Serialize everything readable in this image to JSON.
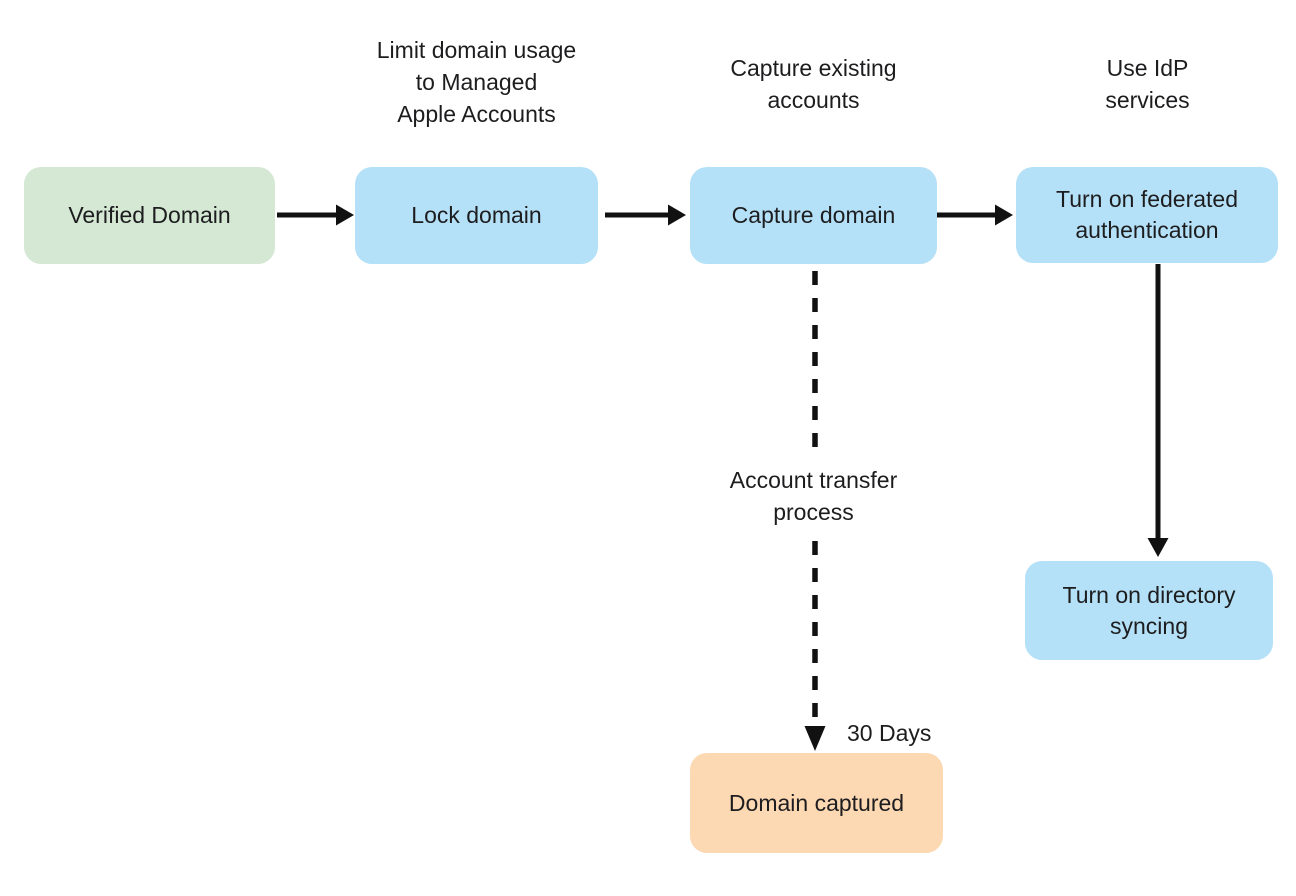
{
  "flowchart": {
    "background": "#ffffff",
    "text_color": "#1d1d1f",
    "arrow_color": "#111111",
    "colors": {
      "start_green": "#d4e8d4",
      "step_blue": "#b5e1f8",
      "result_orange": "#fcd8b3"
    },
    "nodes": [
      {
        "id": "verified-domain",
        "label": "Verified Domain"
      },
      {
        "id": "lock-domain",
        "label": "Lock domain"
      },
      {
        "id": "capture-domain",
        "label": "Capture domain"
      },
      {
        "id": "turn-on-federated-authentication",
        "label": "Turn on federated\nauthentication"
      },
      {
        "id": "turn-on-directory-syncing",
        "label": "Turn on directory\nsyncing"
      },
      {
        "id": "domain-captured",
        "label": "Domain captured"
      }
    ],
    "annotations": [
      {
        "id": "limit-domain-usage",
        "text": "Limit domain usage\nto Managed\nApple Accounts"
      },
      {
        "id": "capture-existing-accounts",
        "text": "Capture existing\naccounts"
      },
      {
        "id": "use-idp-services",
        "text": "Use IdP\nservices"
      },
      {
        "id": "account-transfer-process",
        "text": "Account transfer\nprocess"
      },
      {
        "id": "thirty-days",
        "text": "30 Days"
      }
    ]
  }
}
